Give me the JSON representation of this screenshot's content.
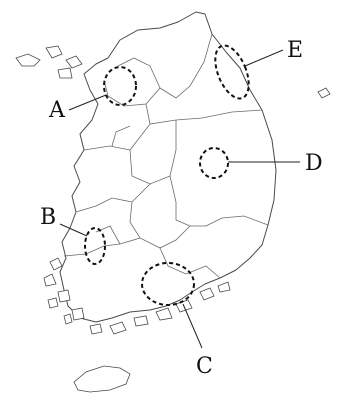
{
  "markers": [
    {
      "id": "A",
      "label": "A"
    },
    {
      "id": "B",
      "label": "B"
    },
    {
      "id": "C",
      "label": "C"
    },
    {
      "id": "D",
      "label": "D"
    },
    {
      "id": "E",
      "label": "E"
    }
  ]
}
